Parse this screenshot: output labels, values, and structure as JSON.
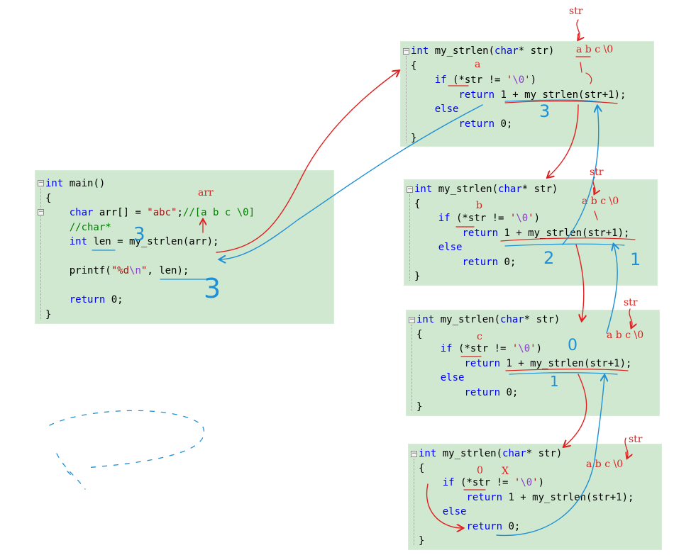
{
  "main_panel": {
    "lines": [
      [
        {
          "t": "int",
          "c": "kw"
        },
        {
          "t": " main()"
        }
      ],
      [
        {
          "t": "{"
        }
      ],
      [
        {
          "t": "    "
        },
        {
          "t": "char",
          "c": "kw"
        },
        {
          "t": " arr[] = "
        },
        {
          "t": "\"abc\"",
          "c": "str"
        },
        {
          "t": ";"
        },
        {
          "t": "//[a b c \\0]",
          "c": "cmt"
        }
      ],
      [
        {
          "t": "    "
        },
        {
          "t": "//char*",
          "c": "cmt"
        }
      ],
      [
        {
          "t": "    "
        },
        {
          "t": "int",
          "c": "kw"
        },
        {
          "t": " len = my_strlen(arr);"
        }
      ],
      [
        {
          "t": ""
        }
      ],
      [
        {
          "t": "    printf("
        },
        {
          "t": "\"%d",
          "c": "str"
        },
        {
          "t": "\\n",
          "c": "esc"
        },
        {
          "t": "\"",
          "c": "str"
        },
        {
          "t": ", len);"
        }
      ],
      [
        {
          "t": ""
        }
      ],
      [
        {
          "t": "    "
        },
        {
          "t": "return",
          "c": "kw"
        },
        {
          "t": " 0;"
        }
      ],
      [
        {
          "t": "}"
        }
      ]
    ]
  },
  "strlen_panel": {
    "lines": [
      [
        {
          "t": "int",
          "c": "kw"
        },
        {
          "t": " my_strlen("
        },
        {
          "t": "char",
          "c": "kw"
        },
        {
          "t": "* str)"
        }
      ],
      [
        {
          "t": "{"
        }
      ],
      [
        {
          "t": "    "
        },
        {
          "t": "if",
          "c": "kw"
        },
        {
          "t": " (*str != "
        },
        {
          "t": "'",
          "c": "str"
        },
        {
          "t": "\\0",
          "c": "esc"
        },
        {
          "t": "'",
          "c": "str"
        },
        {
          "t": ")"
        }
      ],
      [
        {
          "t": "        "
        },
        {
          "t": "return",
          "c": "kw"
        },
        {
          "t": " 1 + my_strlen(str+1);"
        }
      ],
      [
        {
          "t": "    "
        },
        {
          "t": "else",
          "c": "kw"
        }
      ],
      [
        {
          "t": "        "
        },
        {
          "t": "return",
          "c": "kw"
        },
        {
          "t": " 0;"
        }
      ],
      [
        {
          "t": "}"
        }
      ]
    ]
  },
  "annotations": {
    "arr_label": "arr",
    "str_label": "str",
    "char_sequence": "a b c \\0",
    "char_a": "a",
    "char_b": "b",
    "char_c": "c",
    "char_nul": "0",
    "char_x": "X",
    "result_3": "3",
    "result_2": "2",
    "result_1": "1",
    "zero": "0"
  },
  "colors": {
    "panel_bg": "#cfe8cf",
    "keyword": "#0000ff",
    "string": "#a31515",
    "escape": "#8b3fc9",
    "comment": "#008000",
    "call_arrow": "#e02020",
    "return_arrow": "#1e90d6"
  }
}
